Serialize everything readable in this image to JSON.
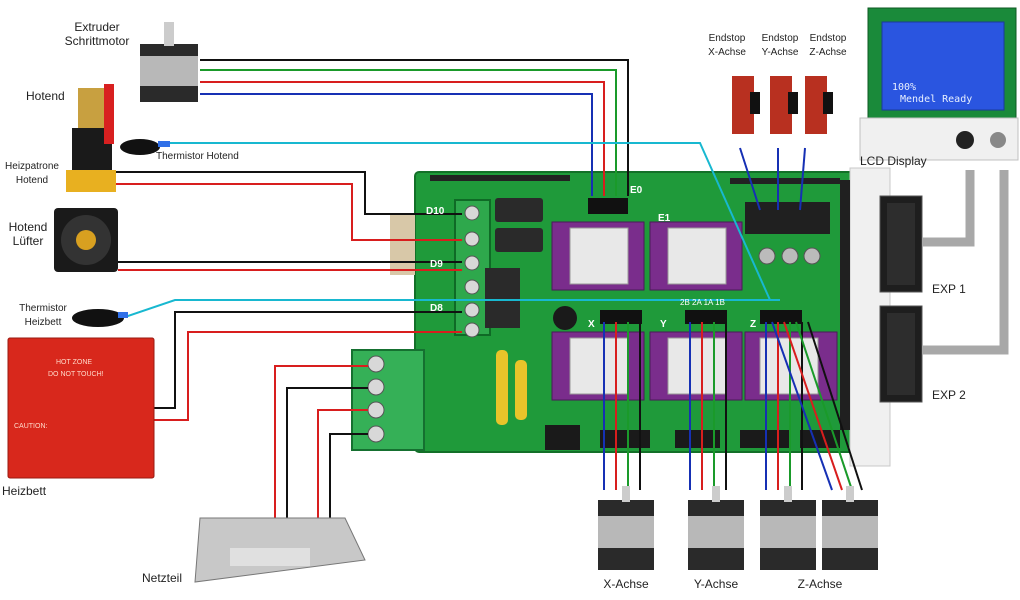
{
  "labels": {
    "extruder_motor": "Extruder\nSchrittmotor",
    "hotend": "Hotend",
    "thermistor_hotend": "Thermistor Hotend",
    "heater_cartridge": "Heizpatrone\nHotend",
    "hotend_fan": "Hotend\nLüfter",
    "thermistor_bed": "Thermistor\nHeizbett",
    "heated_bed": "Heizbett",
    "psu": "Netzteil",
    "endstop_x": "Endstop\nX-Achse",
    "endstop_y": "Endstop\nY-Achse",
    "endstop_z": "Endstop\nZ-Achse",
    "lcd_display": "LCD Display",
    "exp1": "EXP 1",
    "exp2": "EXP 2",
    "x_axis": "X-Achse",
    "y_axis": "Y-Achse",
    "z_axis": "Z-Achse"
  },
  "board_marks": {
    "d10": "D10",
    "d9": "D9",
    "d8": "D8",
    "e0": "E0",
    "e1": "E1",
    "x": "X",
    "y": "Y",
    "z": "Z",
    "pin_row": "2B 2A 1A 1B"
  },
  "bed_text": {
    "hot_zone": "HOT ZONE",
    "do_not_touch": "DO NOT TOUCH!",
    "caution": "CAUTION:"
  },
  "lcd_screen": {
    "line1": "Mendel  Ready",
    "line2": "100%"
  },
  "colors": {
    "board": "#1f9a3a",
    "stepper_driver": "#7a2d8c",
    "wire_black": "#111111",
    "wire_red": "#d81e1e",
    "wire_green": "#1a9a2a",
    "wire_blue": "#1630b4",
    "wire_cyan": "#18b8d0",
    "cable_gray": "#a8a8a8",
    "lcd_frame": "#1a8a3a",
    "lcd_screen": "#2a55e0",
    "heatbed": "#d8281c"
  }
}
